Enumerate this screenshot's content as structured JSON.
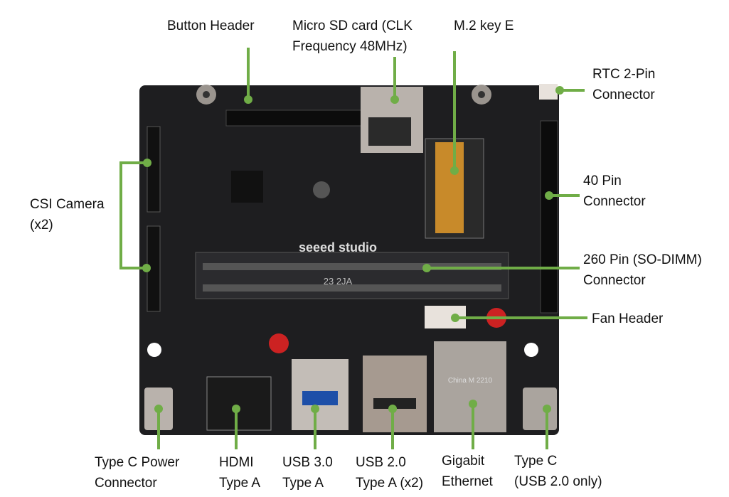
{
  "colors": {
    "leader": "#70ad47",
    "board": "#1e1e20",
    "metal": "#b9b2ac",
    "gold": "#c88a2a"
  },
  "board": {
    "brand": "seeed studio",
    "slot_marking": "23 2JA",
    "ethernet_marking": "China M 2210"
  },
  "labels": {
    "button_header": [
      "Button Header"
    ],
    "micro_sd": [
      "Micro SD card (CLK",
      "Frequency 48MHz)"
    ],
    "m2": [
      "M.2 key E"
    ],
    "rtc": [
      "RTC 2-Pin",
      "Connector"
    ],
    "pin40": [
      "40 Pin",
      "Connector"
    ],
    "sodimm": [
      "260 Pin (SO-DIMM)",
      "Connector"
    ],
    "fan": [
      "Fan Header"
    ],
    "csi": [
      "CSI Camera",
      "(x2)"
    ],
    "typec_power": [
      "Type C Power",
      "Connector"
    ],
    "hdmi": [
      "HDMI",
      "Type A"
    ],
    "usb3": [
      "USB 3.0",
      "Type A"
    ],
    "usb2": [
      "USB 2.0",
      "Type A (x2)"
    ],
    "ethernet": [
      "Gigabit",
      "Ethernet"
    ],
    "typec": [
      "Type C",
      "(USB 2.0 only)"
    ]
  }
}
